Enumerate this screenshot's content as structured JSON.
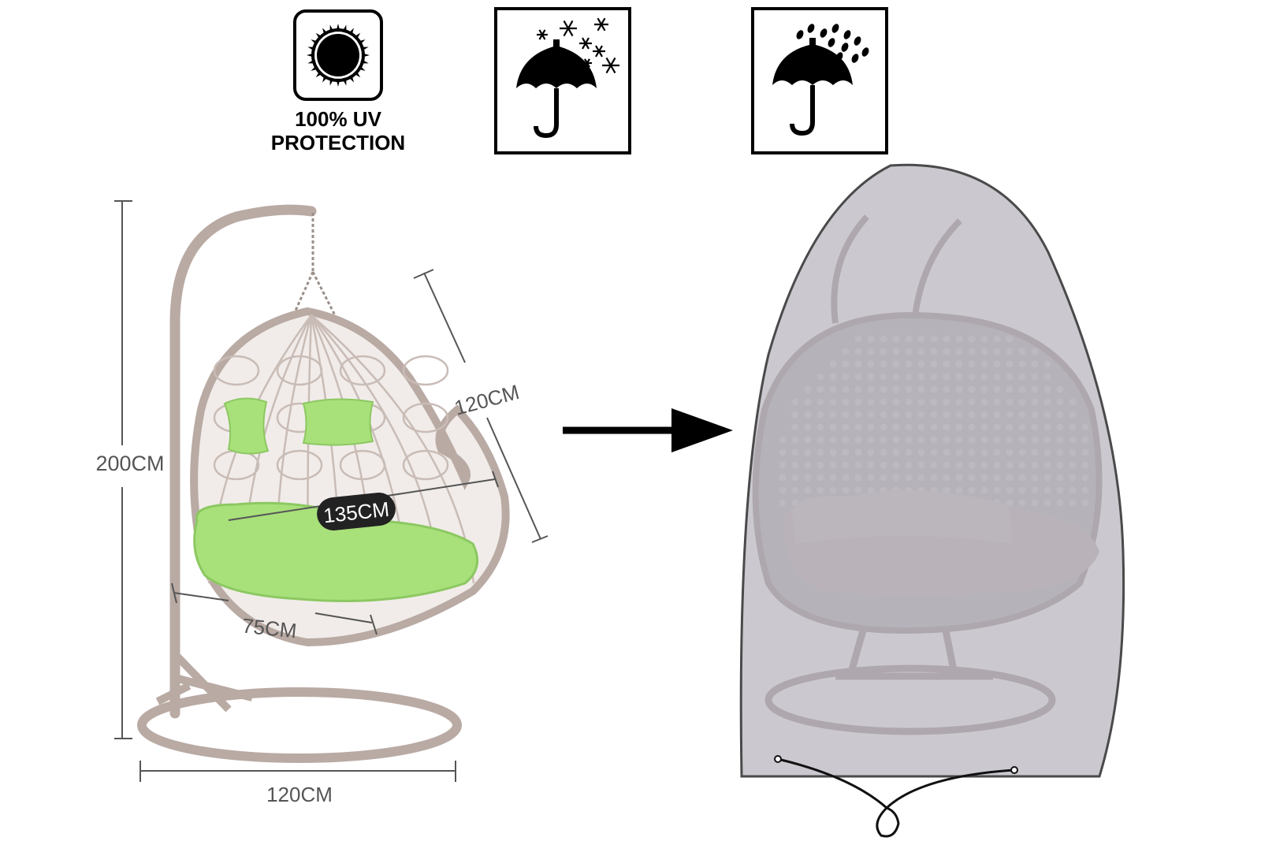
{
  "badges": {
    "uv": {
      "line1": "100% UV",
      "line2": "PROTECTION",
      "icon": "sun-icon"
    },
    "snow": {
      "icon": "umbrella-snow-icon"
    },
    "rain": {
      "icon": "umbrella-rain-icon"
    }
  },
  "dimensions": {
    "height": "200CM",
    "depth": "120CM",
    "width": "135CM",
    "seat_depth": "75CM",
    "base_width": "120CM"
  },
  "colors": {
    "frame": "#b9aaa4",
    "cushion": "#a8e07a",
    "cover": "#b7b4bd",
    "cover_outline": "#4a4a4a",
    "arrow": "#000000"
  }
}
